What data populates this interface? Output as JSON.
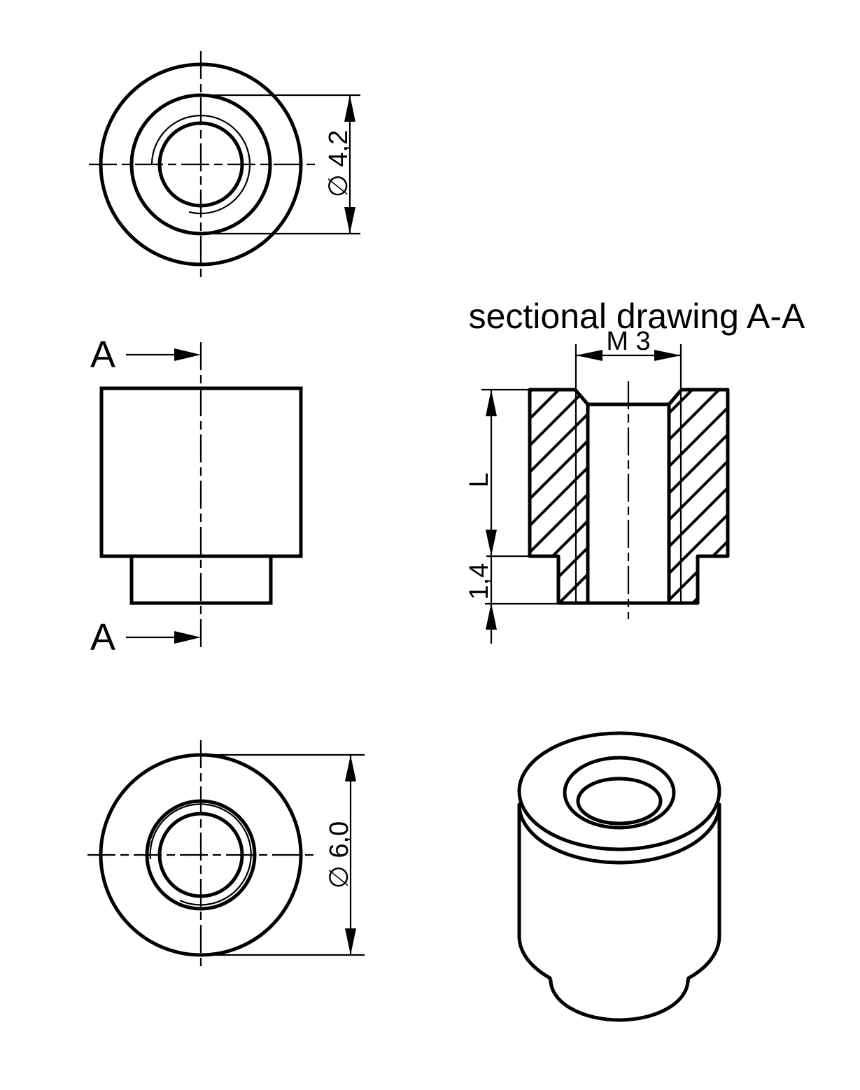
{
  "drawing": {
    "title": "sectional drawing A-A",
    "dimensions": {
      "top_diameter": "∅ 4,2",
      "bottom_diameter": "∅ 6,0",
      "thread": "M 3",
      "length": "L",
      "boss_height": "1,4"
    },
    "section_labels": {
      "top": "A",
      "bottom": "A"
    },
    "colors": {
      "line": "#000000",
      "background": "#ffffff"
    }
  }
}
